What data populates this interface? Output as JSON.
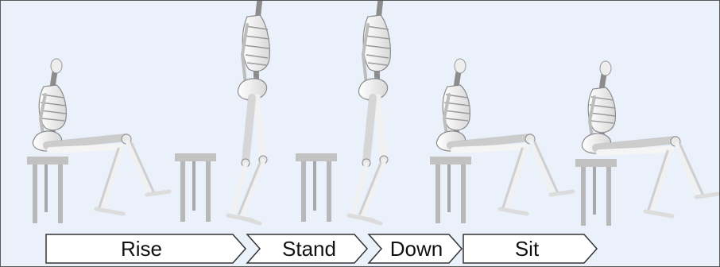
{
  "phases": [
    {
      "label": "Rise"
    },
    {
      "label": "Stand"
    },
    {
      "label": "Down"
    },
    {
      "label": "Sit"
    }
  ],
  "colors": {
    "background": "#eaf1fa",
    "frame": "#5a5a5a",
    "chevron_fill": "#ffffff",
    "chevron_stroke": "#333333",
    "stool": "#c2c2c2",
    "bone": "#f3f3f3",
    "bone_shadow": "#9a9a9a"
  },
  "frames": [
    {
      "pose": "seated",
      "stool": true
    },
    {
      "pose": "standing",
      "stool": true
    },
    {
      "pose": "standing",
      "stool": true
    },
    {
      "pose": "seated",
      "stool": true
    },
    {
      "pose": "seated",
      "stool": true
    }
  ]
}
